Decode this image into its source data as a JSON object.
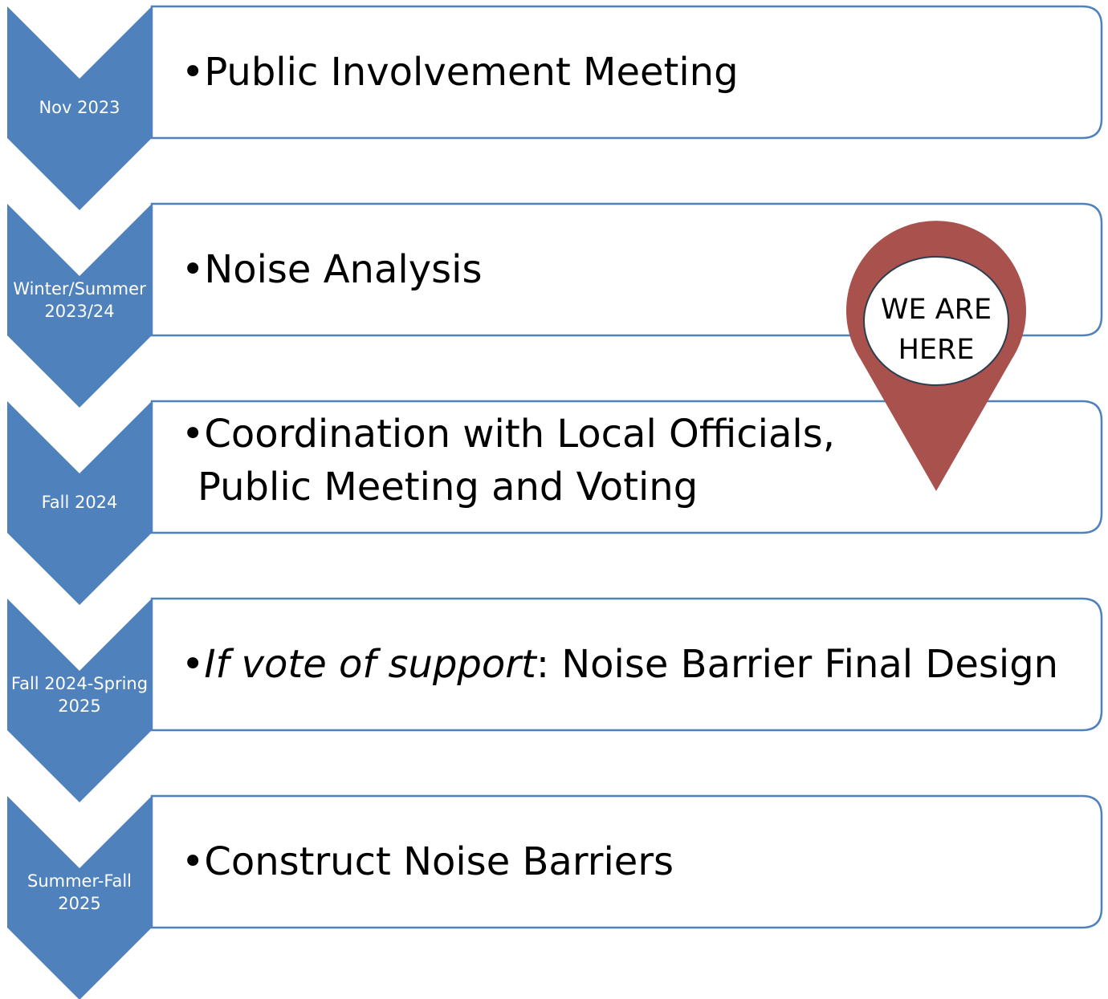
{
  "steps": [
    {
      "date_lines": [
        "Nov 2023"
      ],
      "text_lines": [
        [
          {
            "text": "•",
            "italic": false
          },
          {
            "text": "Public Involvement Meeting",
            "italic": false
          }
        ]
      ]
    },
    {
      "date_lines": [
        "Winter/Summer",
        "2023/24"
      ],
      "text_lines": [
        [
          {
            "text": "•",
            "italic": false
          },
          {
            "text": "Noise Analysis",
            "italic": false
          }
        ]
      ]
    },
    {
      "date_lines": [
        "Fall 2024"
      ],
      "text_lines": [
        [
          {
            "text": "•",
            "italic": false
          },
          {
            "text": "Coordination with Local Officials,",
            "italic": false
          }
        ],
        [
          {
            "text": "Public Meeting and Voting",
            "italic": false
          }
        ]
      ]
    },
    {
      "date_lines": [
        "Fall 2024-Spring",
        "2025"
      ],
      "text_lines": [
        [
          {
            "text": "•",
            "italic": false
          },
          {
            "text": "If vote of support",
            "italic": true
          },
          {
            "text": ": Noise Barrier Final Design",
            "italic": false
          }
        ]
      ]
    },
    {
      "date_lines": [
        "Summer-Fall",
        "2025"
      ],
      "text_lines": [
        [
          {
            "text": "•",
            "italic": false
          },
          {
            "text": "Construct Noise Barriers",
            "italic": false
          }
        ]
      ]
    }
  ],
  "marker": {
    "lines": [
      "WE ARE",
      "HERE"
    ],
    "current_step_index": 2
  },
  "colors": {
    "chevron_fill": "#4f81bd",
    "box_stroke": "#4f81bd",
    "box_fill": "#ffffff",
    "pin_fill": "#a9514d",
    "pin_inner_fill": "#ffffff",
    "pin_inner_stroke": "#2c3e50"
  }
}
